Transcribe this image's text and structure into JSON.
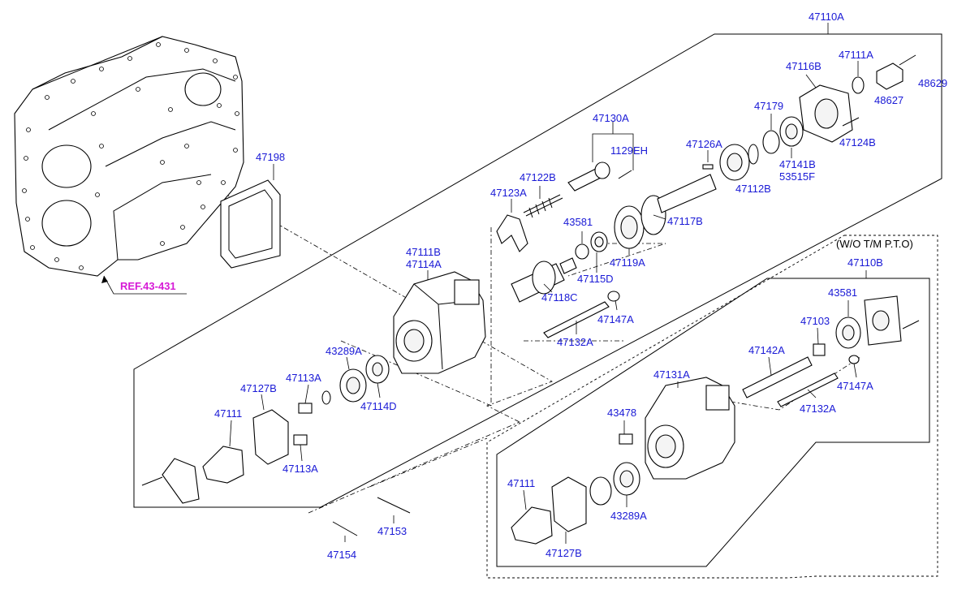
{
  "diagram": {
    "colors": {
      "label": "#1a1ad6",
      "reference": "#d61ad6",
      "line": "#000000"
    },
    "labels": {
      "47110A": "47110A",
      "47111A": "47111A",
      "47116B": "47116B",
      "48629": "48629",
      "48627": "48627",
      "47179": "47179",
      "47124B": "47124B",
      "47141B": "47141B",
      "53515F": "53515F",
      "47130A": "47130A",
      "1129EH": "1129EH",
      "47126A": "47126A",
      "47112B": "47112B",
      "47122B": "47122B",
      "47123A": "47123A",
      "47117B": "47117B",
      "43581_top": "43581",
      "47119A": "47119A",
      "47115D": "47115D",
      "47118C": "47118C",
      "47147A_top": "47147A",
      "47132A_top": "47132A",
      "47198": "47198",
      "47111B": "47111B",
      "47114A": "47114A",
      "43289A_top": "43289A",
      "47113A_top": "47113A",
      "47127B_top": "47127B",
      "47111_top": "47111",
      "47114D": "47114D",
      "47113A_bot": "47113A",
      "47153": "47153",
      "47154": "47154",
      "wo_note": "(W/O T/M P.T.O)",
      "47110B": "47110B",
      "43581_bot": "43581",
      "47103": "47103",
      "47142A": "47142A",
      "47131A": "47131A",
      "47147A_bot": "47147A",
      "47132A_bot": "47132A",
      "43478": "43478",
      "47111_bot": "47111",
      "43289A_bot": "43289A",
      "47127B_bot": "47127B"
    },
    "reference": "REF.43-431"
  }
}
